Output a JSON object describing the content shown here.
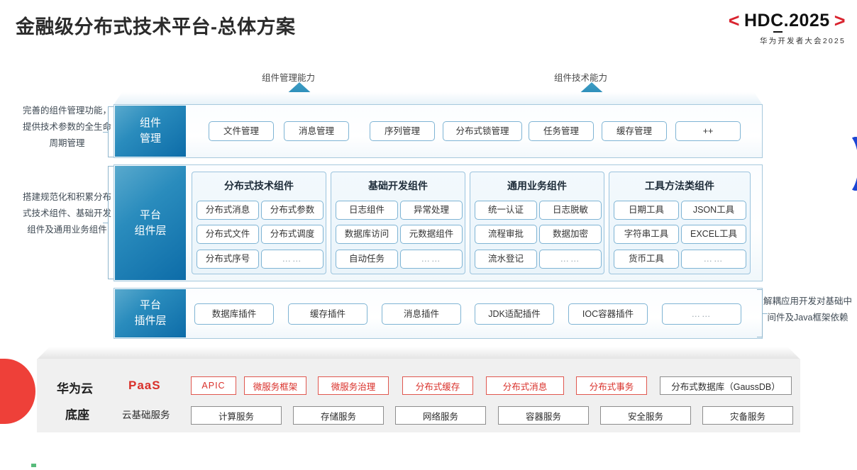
{
  "header": {
    "title": "金融级分布式技术平台-总体方案",
    "logo_prefix": "<",
    "logo_text": "HDC.2025",
    "logo_suffix": ">",
    "logo_sub": "华为开发者大会2025"
  },
  "arrows": [
    {
      "label": "组件管理能力"
    },
    {
      "label": "组件技术能力"
    }
  ],
  "side_notes": {
    "left_top": "完善的组件管理功能，提供技术参数的全生命周期管理",
    "left_mid": "搭建规范化和积累分布式技术组件、基础开发组件及通用业务组件",
    "right": "解耦应用开发对基础中间件及Java框架依赖"
  },
  "layers": {
    "component_management": {
      "tab_line1": "组件",
      "tab_line2": "管理",
      "items": [
        "文件管理",
        "消息管理",
        "序列管理",
        "分布式锁管理",
        "任务管理",
        "缓存管理",
        "++"
      ]
    },
    "platform_component": {
      "tab_line1": "平台",
      "tab_line2": "组件层",
      "groups": [
        {
          "title": "分布式技术组件",
          "items": [
            "分布式消息",
            "分布式参数",
            "分布式文件",
            "分布式调度",
            "分布式序号",
            "……"
          ]
        },
        {
          "title": "基础开发组件",
          "items": [
            "日志组件",
            "异常处理",
            "数据库访问",
            "元数据组件",
            "自动任务",
            "……"
          ]
        },
        {
          "title": "通用业务组件",
          "items": [
            "统一认证",
            "日志脱敏",
            "流程审批",
            "数据加密",
            "流水登记",
            "……"
          ]
        },
        {
          "title": "工具方法类组件",
          "items": [
            "日期工具",
            "JSON工具",
            "字符串工具",
            "EXCEL工具",
            "货币工具",
            "……"
          ]
        }
      ]
    },
    "platform_plugin": {
      "tab_line1": "平台",
      "tab_line2": "插件层",
      "items": [
        "数据库插件",
        "缓存插件",
        "消息插件",
        "JDK适配插件",
        "IOC容器插件",
        "……"
      ]
    }
  },
  "cloud_base": {
    "title_line1": "华为云",
    "title_line2": "底座",
    "paas_label": "PaaS",
    "iaas_label": "云基础服务",
    "paas_items": [
      {
        "label": "APIC",
        "style": "red"
      },
      {
        "label": "微服务框架",
        "style": "red"
      },
      {
        "label": "微服务治理",
        "style": "red"
      },
      {
        "label": "分布式缓存",
        "style": "red"
      },
      {
        "label": "分布式消息",
        "style": "red"
      },
      {
        "label": "分布式事务",
        "style": "red"
      },
      {
        "label": "分布式数据库（GaussDB）",
        "style": "gray"
      }
    ],
    "iaas_items": [
      "计算服务",
      "存储服务",
      "网络服务",
      "容器服务",
      "安全服务",
      "灾备服务"
    ]
  },
  "colors": {
    "brand_red": "#d9232e",
    "paas_red": "#d9302a",
    "tab_blue_dark": "#0d6ca8",
    "tab_blue_light": "#59a9cd",
    "arrow_blue": "#1b7fb0",
    "accent_blue": "#1b45d4"
  }
}
